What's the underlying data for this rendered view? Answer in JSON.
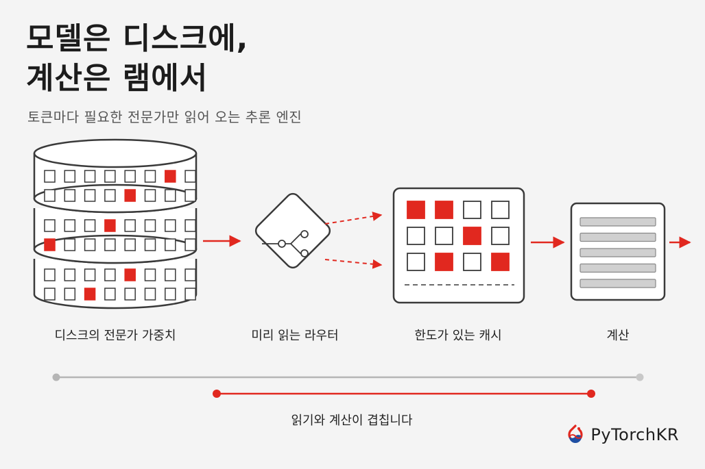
{
  "title": {
    "line1": "모델은 디스크에,",
    "line2": "계산은 램에서"
  },
  "subtitle": "토큰마다 필요한 전문가만 읽어 오는 추론 엔진",
  "stages": [
    {
      "label": "디스크의 전문가 가중치"
    },
    {
      "label": "미리 읽는 라우터"
    },
    {
      "label": "한도가 있는 캐시"
    },
    {
      "label": "계산"
    }
  ],
  "overlap_label": "읽기와 계산이 겹칩니다",
  "brand": "PyTorchKR",
  "colors": {
    "accent": "#e1281f",
    "stroke": "#3a3a3a",
    "muted": "#b5b5b5"
  }
}
